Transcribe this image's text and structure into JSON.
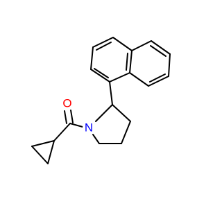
{
  "molecule": {
    "atoms": [
      {
        "id": "O1",
        "symbol": "O",
        "color": "#ff0000"
      },
      {
        "id": "N1",
        "symbol": "N",
        "color": "#0000ff"
      }
    ],
    "colors": {
      "bond": "#000000",
      "oxygen": "#ff0000",
      "nitrogen": "#0000ff",
      "background": "#ffffff"
    }
  }
}
